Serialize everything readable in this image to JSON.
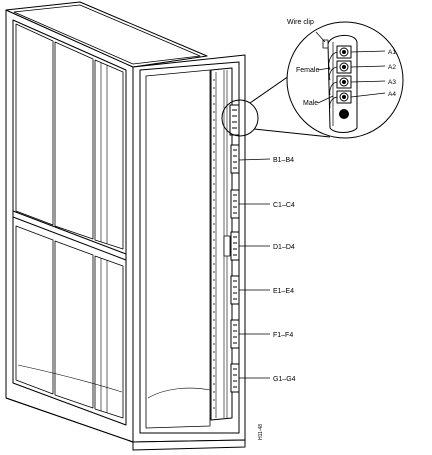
{
  "callout": {
    "wire_clip_label": "Wire clip",
    "female_label": "Female",
    "male_label": "Male",
    "port_labels": [
      "A1",
      "A2",
      "A3",
      "A4"
    ]
  },
  "panel_labels": [
    "B1–B4",
    "C1–C4",
    "D1–D4",
    "E1–E4",
    "F1–F4",
    "G1–G4"
  ],
  "figure_id": "H11-48"
}
